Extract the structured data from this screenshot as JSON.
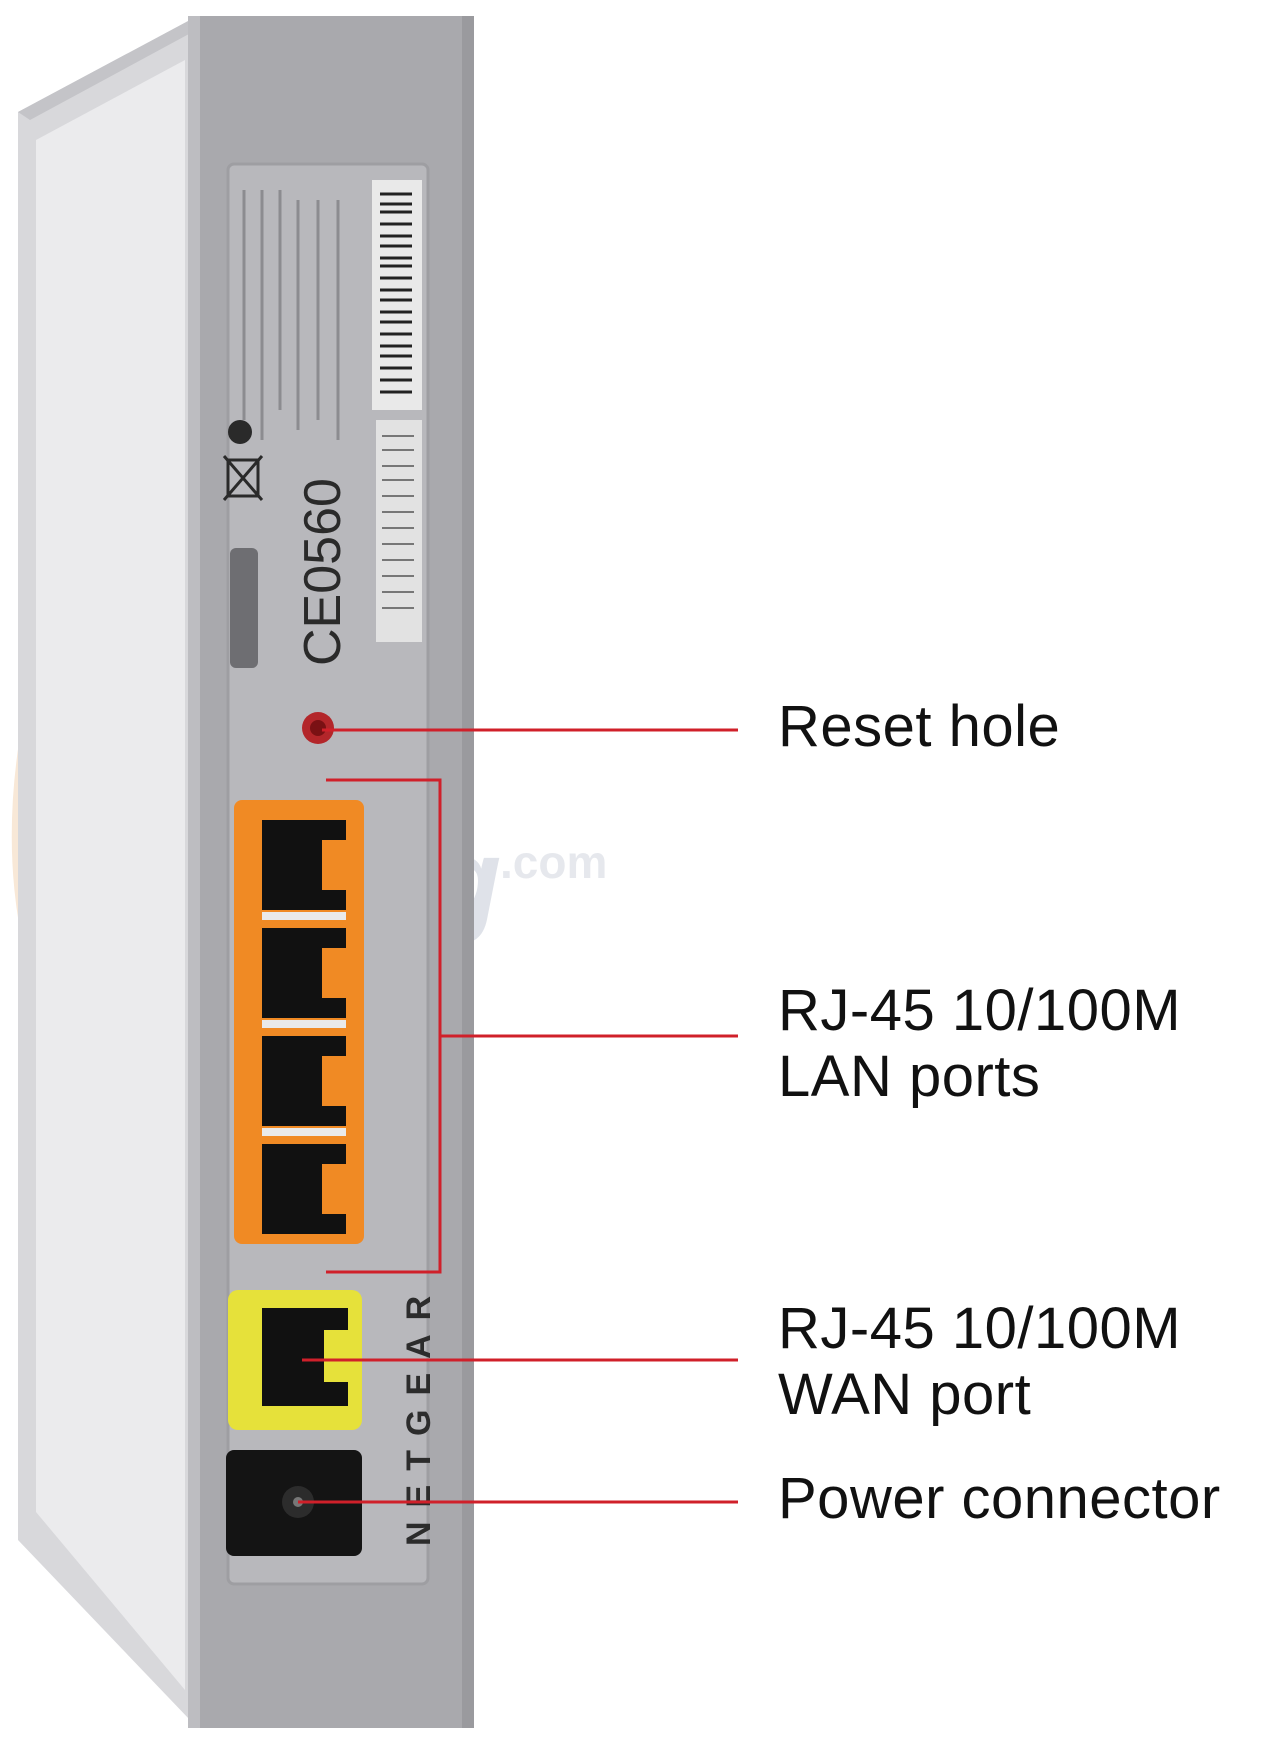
{
  "callouts": {
    "reset": {
      "label": "Reset hole"
    },
    "lan": {
      "line1": "RJ-45 10/100M",
      "line2": "LAN ports"
    },
    "wan": {
      "line1": "RJ-45 10/100M",
      "line2": "WAN port"
    },
    "power": {
      "label": "Power connector"
    }
  },
  "device": {
    "brand": "NETGEAR",
    "ce_mark": "CE0560"
  },
  "watermark": {
    "text": "newegg",
    "suffix": ".com"
  },
  "colors": {
    "callout_line": "#d0202a",
    "lan_panel": "#f08a24",
    "wan_panel": "#e6e13a",
    "body": "#a9a9ad",
    "label_text": "#111111"
  }
}
